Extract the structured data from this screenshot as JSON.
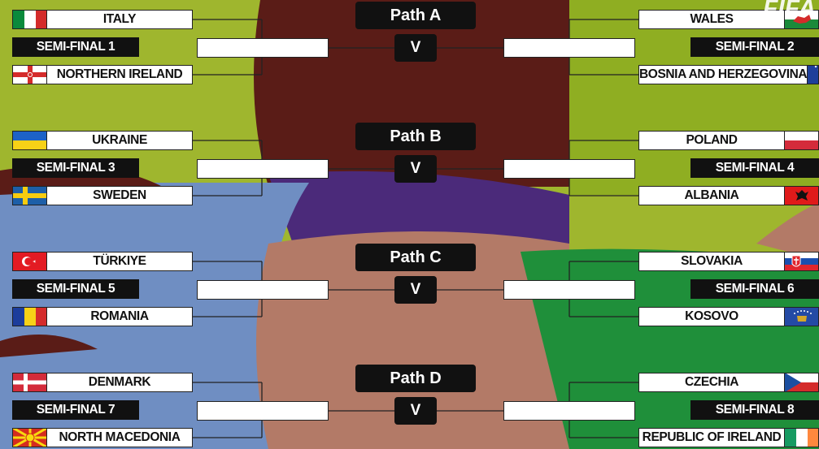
{
  "logo": "FIFA",
  "vs_label": "V",
  "paths": [
    {
      "title": "Path A",
      "left": {
        "team1": {
          "name": "ITALY",
          "flag": "italy-flag"
        },
        "semi": "SEMI-FINAL 1",
        "team2": {
          "name": "NORTHERN IRELAND",
          "flag": "northern-ireland-flag"
        }
      },
      "right": {
        "team1": {
          "name": "WALES",
          "flag": "wales-flag"
        },
        "semi": "SEMI-FINAL 2",
        "team2": {
          "name": "BOSNIA AND HERZEGOVINA",
          "flag": "bosnia-flag"
        }
      }
    },
    {
      "title": "Path B",
      "left": {
        "team1": {
          "name": "UKRAINE",
          "flag": "ukraine-flag"
        },
        "semi": "SEMI-FINAL 3",
        "team2": {
          "name": "SWEDEN",
          "flag": "sweden-flag"
        }
      },
      "right": {
        "team1": {
          "name": "POLAND",
          "flag": "poland-flag"
        },
        "semi": "SEMI-FINAL 4",
        "team2": {
          "name": "ALBANIA",
          "flag": "albania-flag"
        }
      }
    },
    {
      "title": "Path C",
      "left": {
        "team1": {
          "name": "TÜRKIYE",
          "flag": "turkiye-flag"
        },
        "semi": "SEMI-FINAL 5",
        "team2": {
          "name": "ROMANIA",
          "flag": "romania-flag"
        }
      },
      "right": {
        "team1": {
          "name": "SLOVAKIA",
          "flag": "slovakia-flag"
        },
        "semi": "SEMI-FINAL 6",
        "team2": {
          "name": "KOSOVO",
          "flag": "kosovo-flag"
        }
      }
    },
    {
      "title": "Path D",
      "left": {
        "team1": {
          "name": "DENMARK",
          "flag": "denmark-flag"
        },
        "semi": "SEMI-FINAL 7",
        "team2": {
          "name": "NORTH MACEDONIA",
          "flag": "north-macedonia-flag"
        }
      },
      "right": {
        "team1": {
          "name": "CZECHIA",
          "flag": "czechia-flag"
        },
        "semi": "SEMI-FINAL 8",
        "team2": {
          "name": "REPUBLIC OF IRELAND",
          "flag": "ireland-flag"
        }
      }
    }
  ]
}
